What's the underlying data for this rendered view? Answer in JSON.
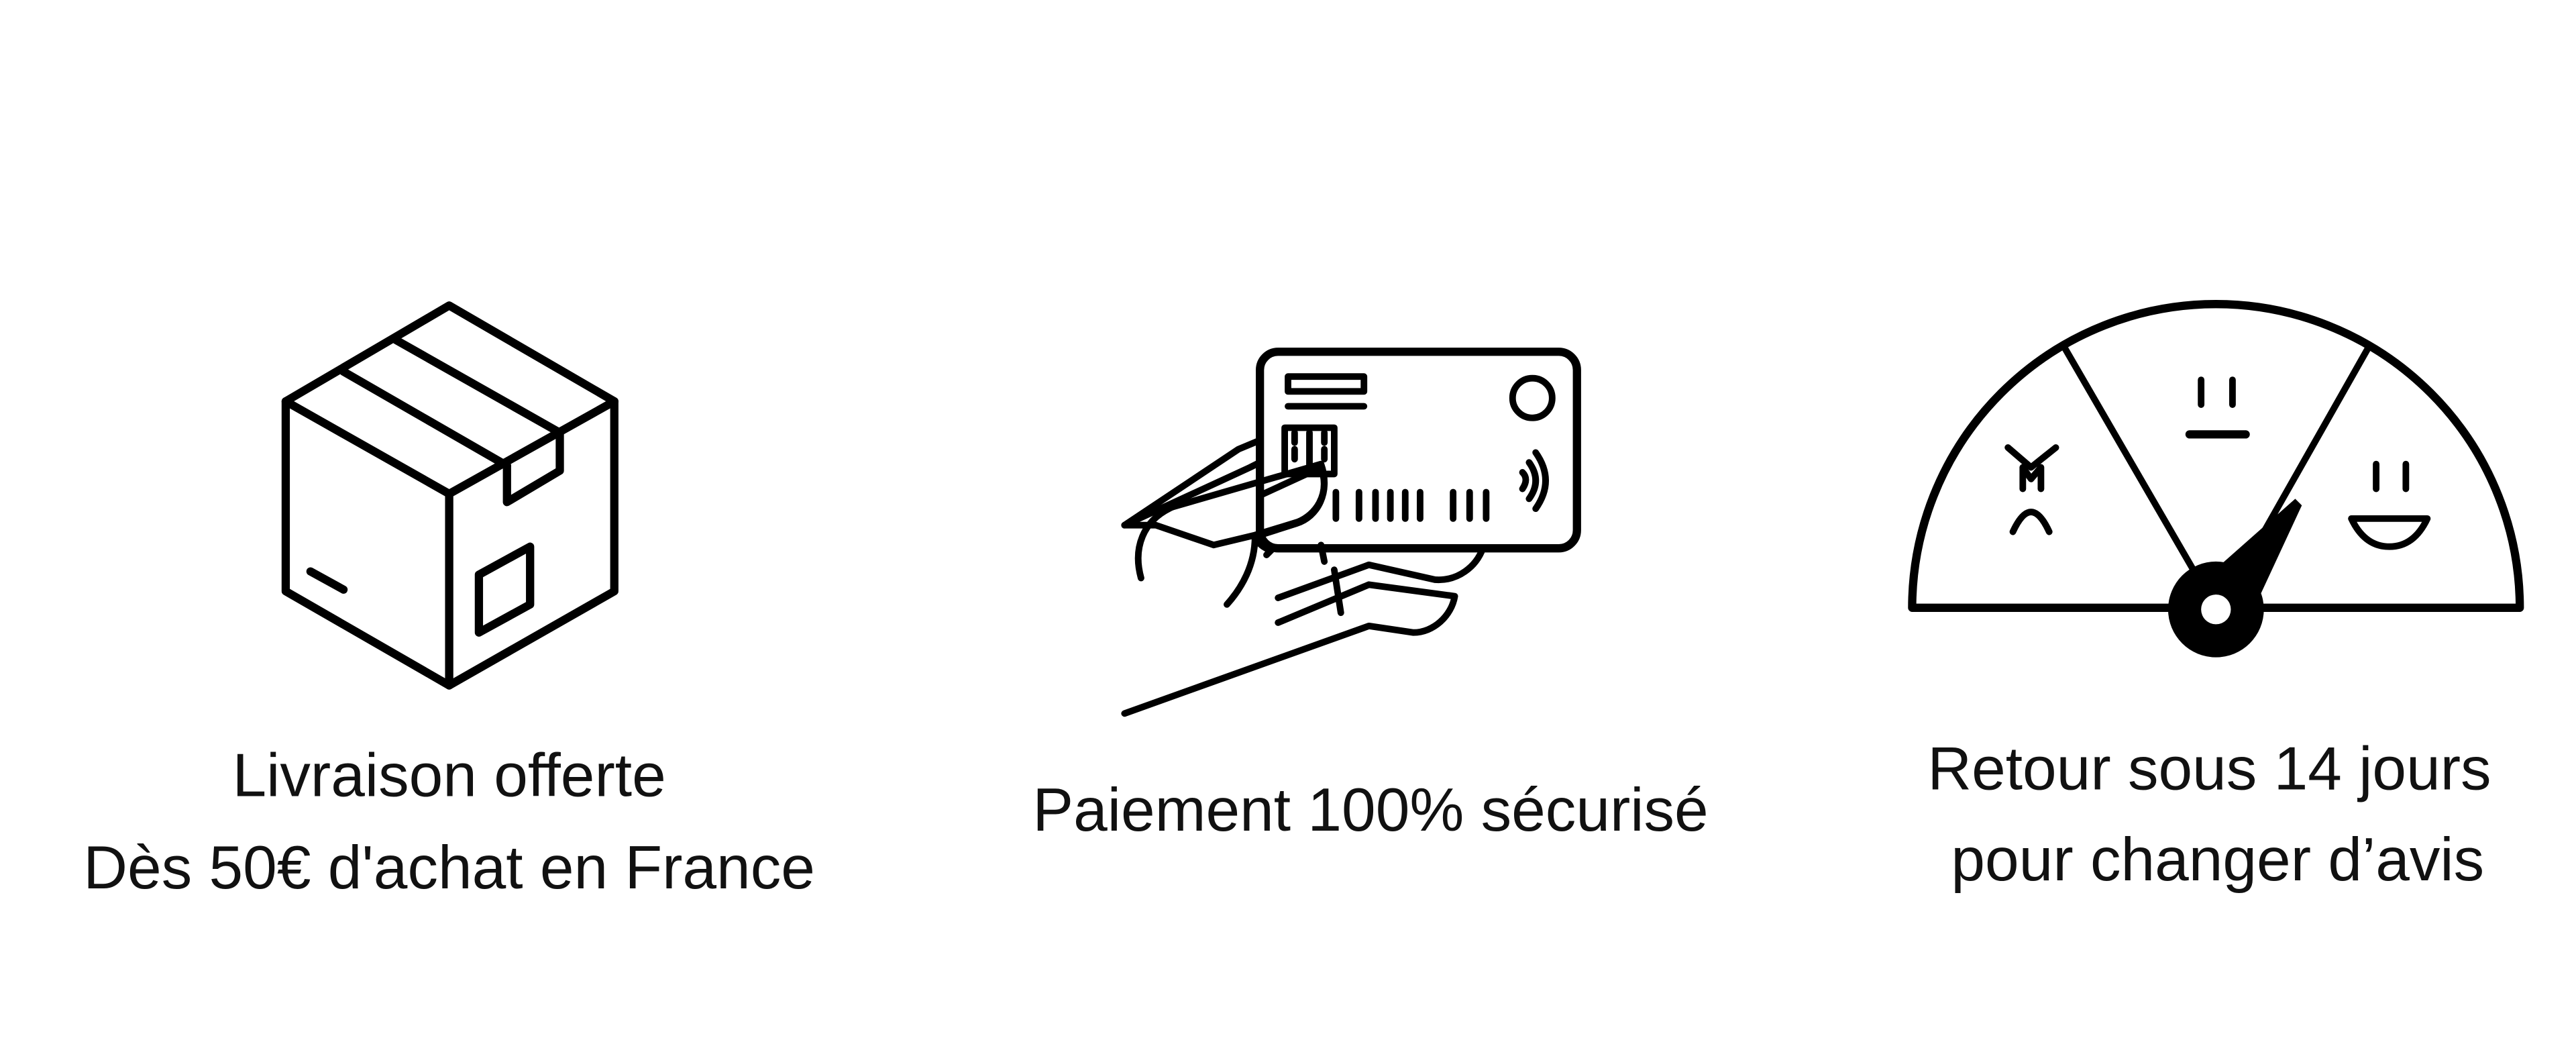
{
  "features": [
    {
      "icon": "package-box-icon",
      "lines": [
        "Livraison offerte",
        "Dès 50€ d'achat en France"
      ]
    },
    {
      "icon": "credit-card-hand-icon",
      "lines": [
        "Paiement 100% sécurisé"
      ]
    },
    {
      "icon": "satisfaction-gauge-icon",
      "lines": [
        "Retour sous 14 jours",
        "pour changer d’avis"
      ]
    }
  ],
  "colors": {
    "ink": "#000000",
    "background": "#ffffff"
  }
}
